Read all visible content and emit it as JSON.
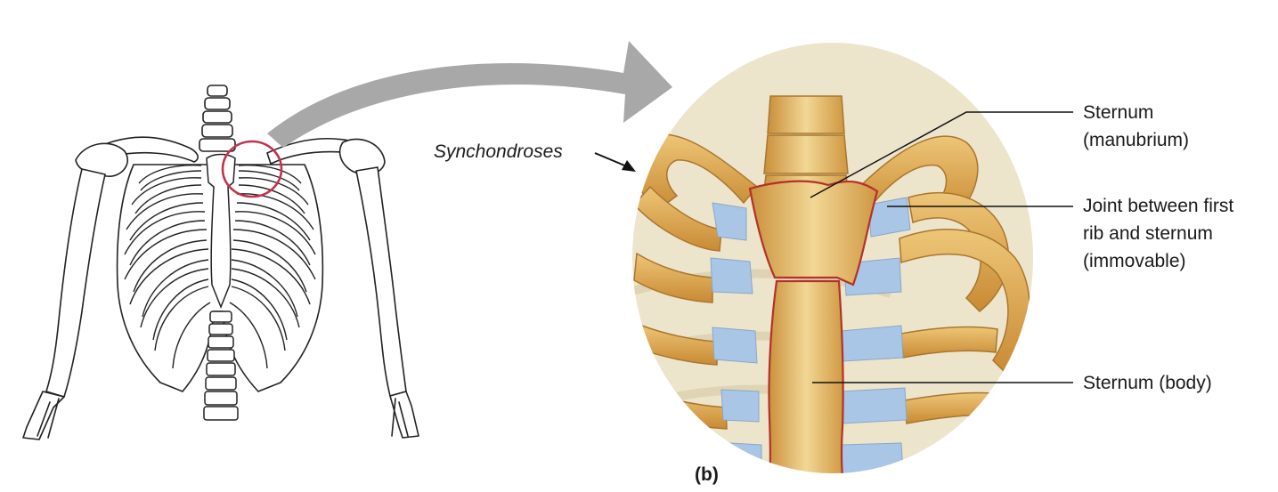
{
  "labels": {
    "synchondroses": "Synchondroses",
    "sternum_manubrium_line1": "Sternum",
    "sternum_manubrium_line2": "(manubrium)",
    "joint_line1": "Joint between first",
    "joint_line2": "rib and sternum",
    "joint_line3": "(immovable)",
    "sternum_body": "Sternum (body)",
    "panel_letter": "(b)"
  },
  "colors": {
    "bone": "#e2b35f",
    "bone_light": "#f0d594",
    "bone_dark": "#c48a35",
    "cartilage": "#a9c6e6",
    "background_circle": "#ede4cc",
    "highlight_ring": "#c0334a",
    "arrow": "#a8a8a8",
    "line_art": "#222222"
  }
}
